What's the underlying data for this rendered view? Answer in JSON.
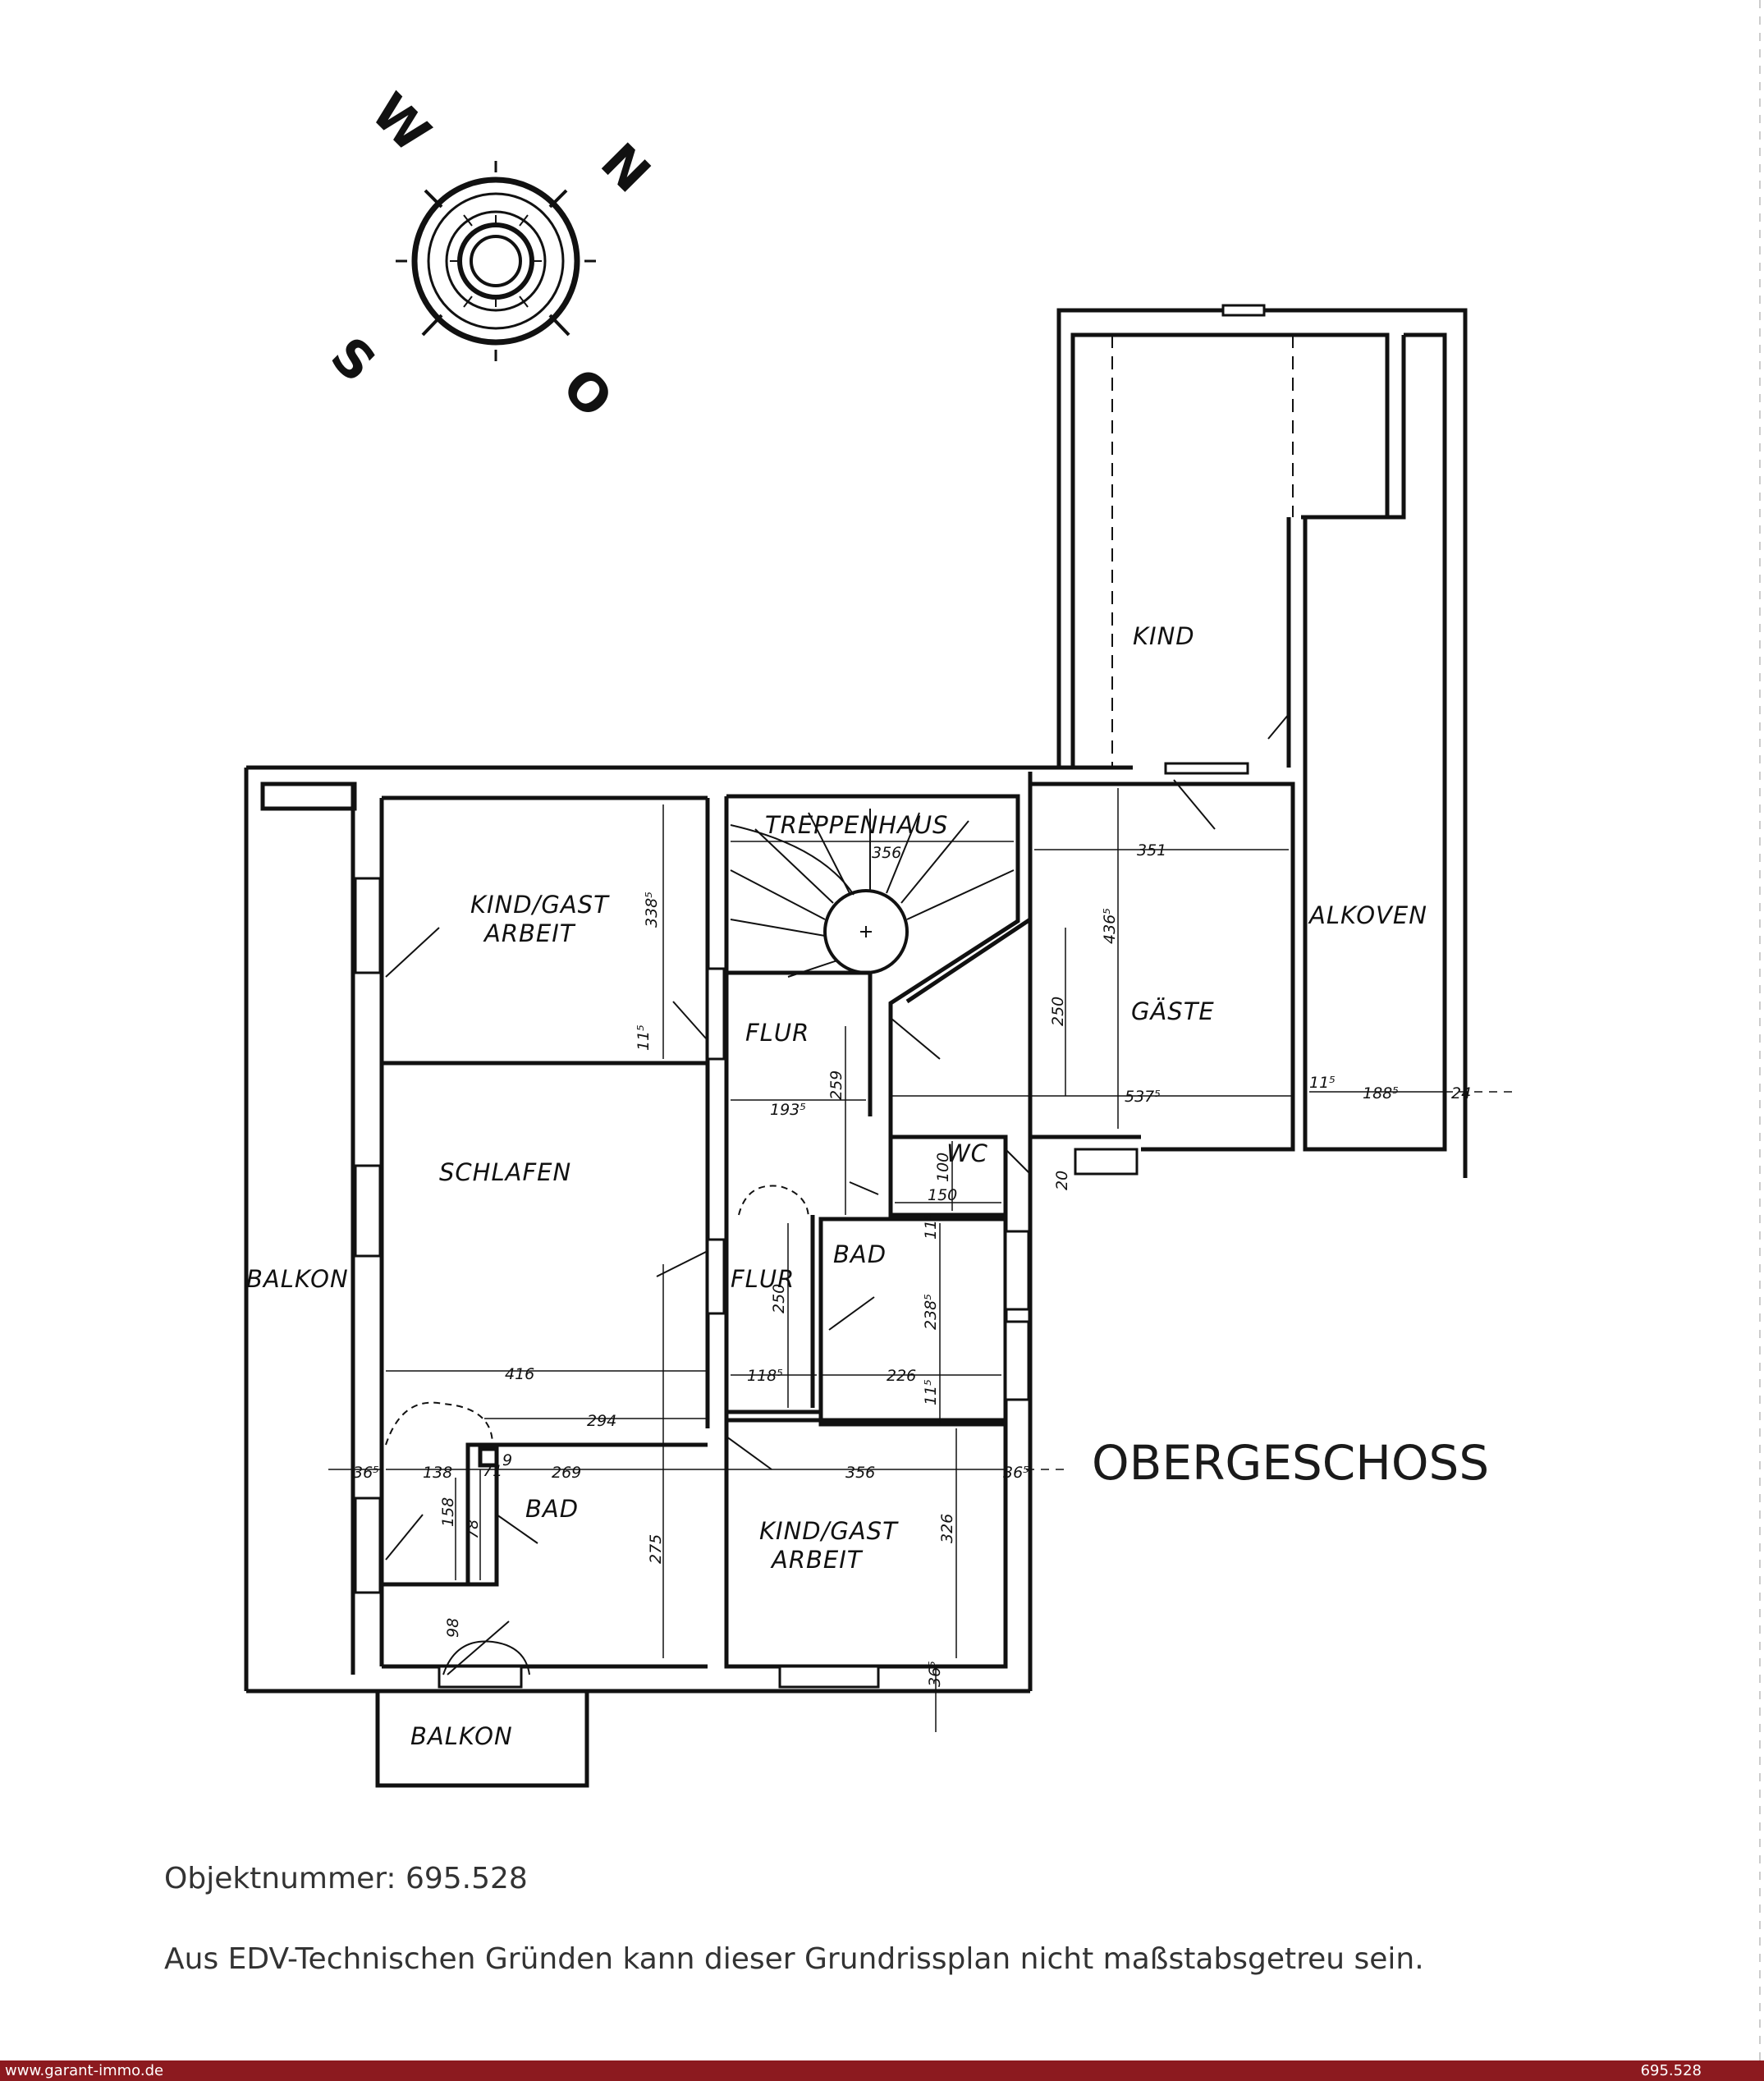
{
  "compass": {
    "w": "W",
    "n": "N",
    "s": "S",
    "o": "O"
  },
  "rooms": {
    "kind": "KIND",
    "alkoven": "ALKOVEN",
    "treppenhaus": "TREPPENHAUS",
    "kind_gast_1": "KIND/GAST",
    "arbeit_1": "ARBEIT",
    "gaeste": "GÄSTE",
    "flur_1": "FLUR",
    "schlafen": "SCHLAFEN",
    "balkon_1": "BALKON",
    "flur_2": "FLUR",
    "bad_1": "BAD",
    "wc": "WC",
    "bad_2": "BAD",
    "kind_gast_2": "KIND/GAST",
    "arbeit_2": "ARBEIT",
    "balkon_2": "BALKON"
  },
  "dimensions": {
    "d356_top": "356",
    "d351": "351",
    "d338": "338⁵",
    "d436": "436⁵",
    "d250_gaeste": "250",
    "d115_top": "11⁵",
    "d193": "193⁵",
    "d259": "259",
    "d537": "537⁵",
    "d115_alk": "11⁵",
    "d188": "188⁵",
    "d24": "24",
    "d100": "100",
    "d150": "150",
    "d20": "20",
    "d115_bad": "11⁵",
    "d250_flur": "250",
    "d238": "238⁵",
    "d416": "416",
    "d118": "118⁵",
    "d226": "226",
    "d115_bad2": "11⁵",
    "d294": "294",
    "d365_left": "36⁵",
    "d138": "138",
    "d71": "71",
    "d9": "9",
    "d269": "269",
    "d356_bottom": "356",
    "d365_right": "36⁵",
    "d158": "158",
    "d78": "78",
    "d275": "275",
    "d326": "326",
    "d98": "98",
    "d365_bottom": "36⁵"
  },
  "title": "OBERGESCHOSS",
  "objektnummer": "Objektnummer: 695.528",
  "disclaimer": "Aus EDV-Technischen Gründen kann dieser Grundrissplan nicht maßstabsgetreu sein.",
  "footer": {
    "left": "www.garant-immo.de",
    "right": "695.528"
  }
}
